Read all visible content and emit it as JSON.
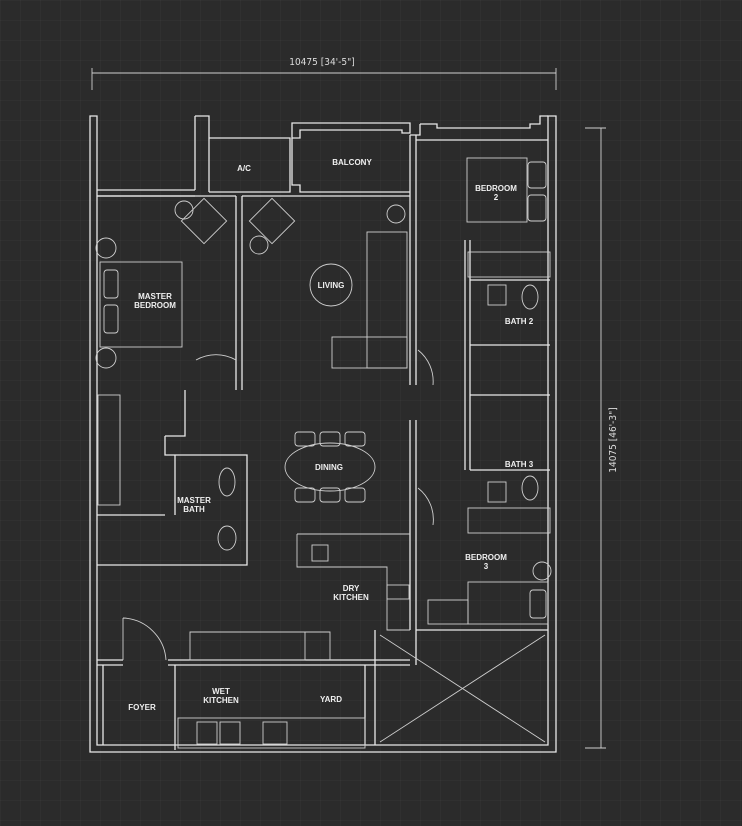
{
  "dimensions": {
    "width": "10475 [34'-5\"]",
    "height": "14075 [46'-3\"]"
  },
  "rooms": {
    "ac": "A/C",
    "balcony": "BALCONY",
    "bedroom2": [
      "BEDROOM",
      "2"
    ],
    "living": "LIVING",
    "master_bedroom": [
      "MASTER",
      "BEDROOM"
    ],
    "bath2": "BATH 2",
    "dining": "DINING",
    "master_bath": [
      "MASTER",
      "BATH"
    ],
    "bath3": "BATH 3",
    "bedroom3": [
      "BEDROOM",
      "3"
    ],
    "dry_kitchen": [
      "DRY",
      "KITCHEN"
    ],
    "foyer": "FOYER",
    "wet_kitchen": [
      "WET",
      "KITCHEN"
    ],
    "yard": "YARD"
  },
  "colors": {
    "background": "#2b2b2b",
    "lines": "#e8e8e8"
  }
}
